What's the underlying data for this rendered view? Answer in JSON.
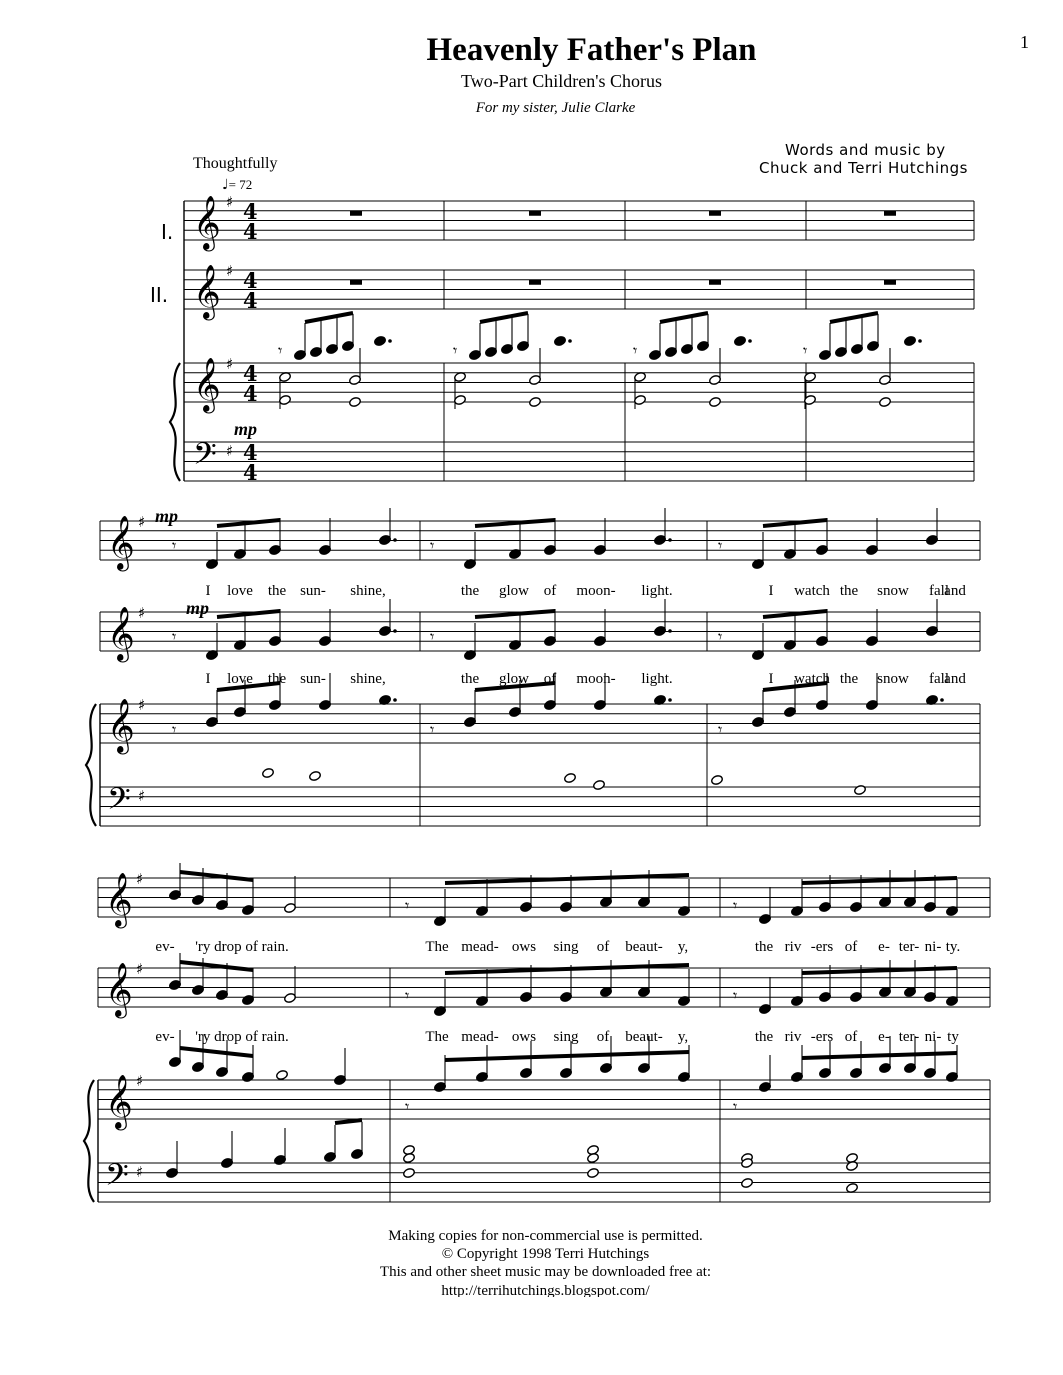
{
  "page_number": "1",
  "title": "Heavenly Father's Plan",
  "subtitle": "Two-Part Children's Chorus",
  "dedication": "For my sister, Julie Clarke",
  "credits": {
    "line1": "Words and music by",
    "line2": "Chuck and Terri Hutchings"
  },
  "tempo": {
    "marking": "Thoughtfully",
    "metronome": "= 72"
  },
  "staff_labels": {
    "part1": "I.",
    "part2": "II."
  },
  "dynamics": {
    "piano_intro": "mp",
    "voice1": "mp",
    "voice2": "mp"
  },
  "lyrics": {
    "system2_voice1": [
      "I",
      "love",
      "the",
      "sun-",
      "shine,",
      "the",
      "glow",
      "of",
      "moon-",
      "light.",
      "I",
      "watch",
      "the",
      "snow",
      "fall",
      "and"
    ],
    "system2_voice2": [
      "I",
      "love",
      "the",
      "sun-",
      "shine,",
      "the",
      "glow",
      "of",
      "moon-",
      "light.",
      "I",
      "watch",
      "the",
      "snow",
      "fall",
      "and"
    ],
    "system3_voice1": [
      "ev-",
      "'ry drop of rain.",
      "The",
      "mead-",
      "ows",
      "sing",
      "of",
      "beaut-",
      "y,",
      "the",
      "riv",
      "-ers",
      "of",
      "e-",
      "ter-",
      "ni-",
      "ty."
    ],
    "system3_voice2": [
      "ev-",
      "'ry drop of rain.",
      "The",
      "mead-",
      "ows",
      "sing",
      "of",
      "beaut-",
      "y,",
      "the",
      "riv",
      "-ers",
      "of",
      "e-",
      "ter-",
      "ni-",
      "ty"
    ]
  },
  "footer": {
    "line1": "Making copies for non-commercial use is permitted.",
    "line2": "© Copyright 1998 Terri Hutchings",
    "line3": "This and other sheet music may be downloaded free at:",
    "line4": "http://terrihutchings.blogspot.com/"
  }
}
